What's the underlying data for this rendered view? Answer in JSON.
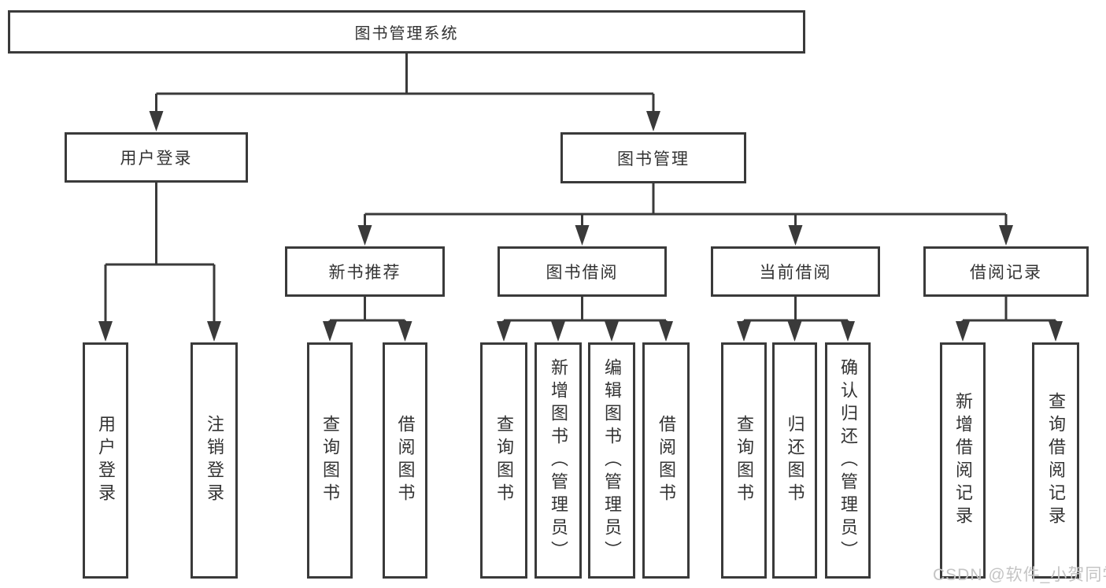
{
  "tree": {
    "label": "图书管理系统",
    "children": [
      {
        "label": "用户登录",
        "children": [
          {
            "label": "用户登录"
          },
          {
            "label": "注销登录"
          }
        ]
      },
      {
        "label": "图书管理",
        "children": [
          {
            "label": "新书推荐",
            "children": [
              {
                "label": "查询图书"
              },
              {
                "label": "借阅图书"
              }
            ]
          },
          {
            "label": "图书借阅",
            "children": [
              {
                "label": "查询图书"
              },
              {
                "label": "新增图书（管理员）"
              },
              {
                "label": "编辑图书（管理员）"
              },
              {
                "label": "借阅图书"
              }
            ]
          },
          {
            "label": "当前借阅",
            "children": [
              {
                "label": "查询图书"
              },
              {
                "label": "归还图书"
              },
              {
                "label": "确认归还（管理员）"
              }
            ]
          },
          {
            "label": "借阅记录",
            "children": [
              {
                "label": "新增借阅记录"
              },
              {
                "label": "查询借阅记录"
              }
            ]
          }
        ]
      }
    ]
  },
  "watermark": "CSDN @软件_小贺同学",
  "colors": {
    "line": "#3a3a3a",
    "text": "#333333",
    "box_background": "#ffffff",
    "watermark": "#c4c4c4"
  }
}
